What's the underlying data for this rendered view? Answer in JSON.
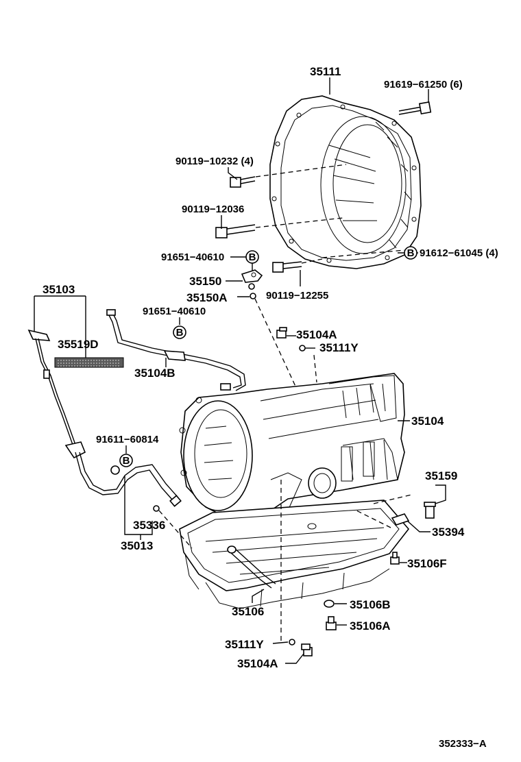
{
  "labels": {
    "p35111": "35111",
    "p91619_61250": "91619−61250 (6)",
    "p90119_10232": "90119−10232 (4)",
    "p90119_12036": "90119−12036",
    "p91651_40610_a": "91651−40610",
    "b_a": "B",
    "p91612_61045": "91612−61045 (4)",
    "b_right": "B",
    "p35150": "35150",
    "p35150A": "35150A",
    "p90119_12255": "90119−12255",
    "p35103": "35103",
    "p91651_40610_b": "91651−40610",
    "b_b": "B",
    "p35519D": "35519D",
    "p35104A_top": "35104A",
    "p35111Y_top": "35111Y",
    "p35104B": "35104B",
    "p35104": "35104",
    "p91611_60814": "91611−60814",
    "b_c": "B",
    "p35159": "35159",
    "p35336": "35336",
    "p35013": "35013",
    "p35394": "35394",
    "p35106F": "35106F",
    "p35106": "35106",
    "p35106B": "35106B",
    "p35106A": "35106A",
    "p35111Y_bot": "35111Y",
    "p35104A_bot": "35104A",
    "ref": "352333−A"
  }
}
